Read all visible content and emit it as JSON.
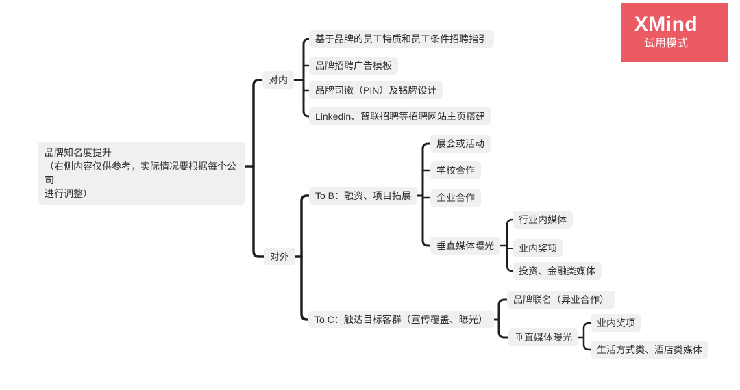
{
  "badge": {
    "brand": "XMind",
    "mode_label": "试用模式",
    "color": "#ea5b64"
  },
  "style": {
    "topic_bg": "#f0f0f2",
    "line_color": "#1f1f1f",
    "text_color": "#303030"
  },
  "tree": {
    "root": {
      "label": "品牌知名度提升\n（右侧内容仅供参考，实际情况要根据每个公司\n进行调整）"
    },
    "internal": {
      "label": "对内",
      "children": [
        {
          "label": "基于品牌的员工特质和员工条件招聘指引"
        },
        {
          "label": "品牌招聘广告模板"
        },
        {
          "label": "品牌司徽（PIN）及铭牌设计"
        },
        {
          "label": "Linkedin、智联招聘等招聘网站主页搭建"
        }
      ]
    },
    "external": {
      "label": "对外",
      "to_b": {
        "label": "To B：融资、项目拓展",
        "children": [
          {
            "label": "展会或活动"
          },
          {
            "label": "学校合作"
          },
          {
            "label": "企业合作"
          },
          {
            "label": "垂直媒体曝光",
            "children": [
              {
                "label": "行业内媒体"
              },
              {
                "label": "业内奖项"
              },
              {
                "label": "投资、金融类媒体"
              }
            ]
          }
        ]
      },
      "to_c": {
        "label": "To C：触达目标客群（宣传覆盖、曝光）",
        "children": [
          {
            "label": "品牌联名（异业合作）"
          },
          {
            "label": "垂直媒体曝光",
            "children": [
              {
                "label": "业内奖项"
              },
              {
                "label": "生活方式类、酒店类媒体"
              }
            ]
          }
        ]
      }
    }
  }
}
